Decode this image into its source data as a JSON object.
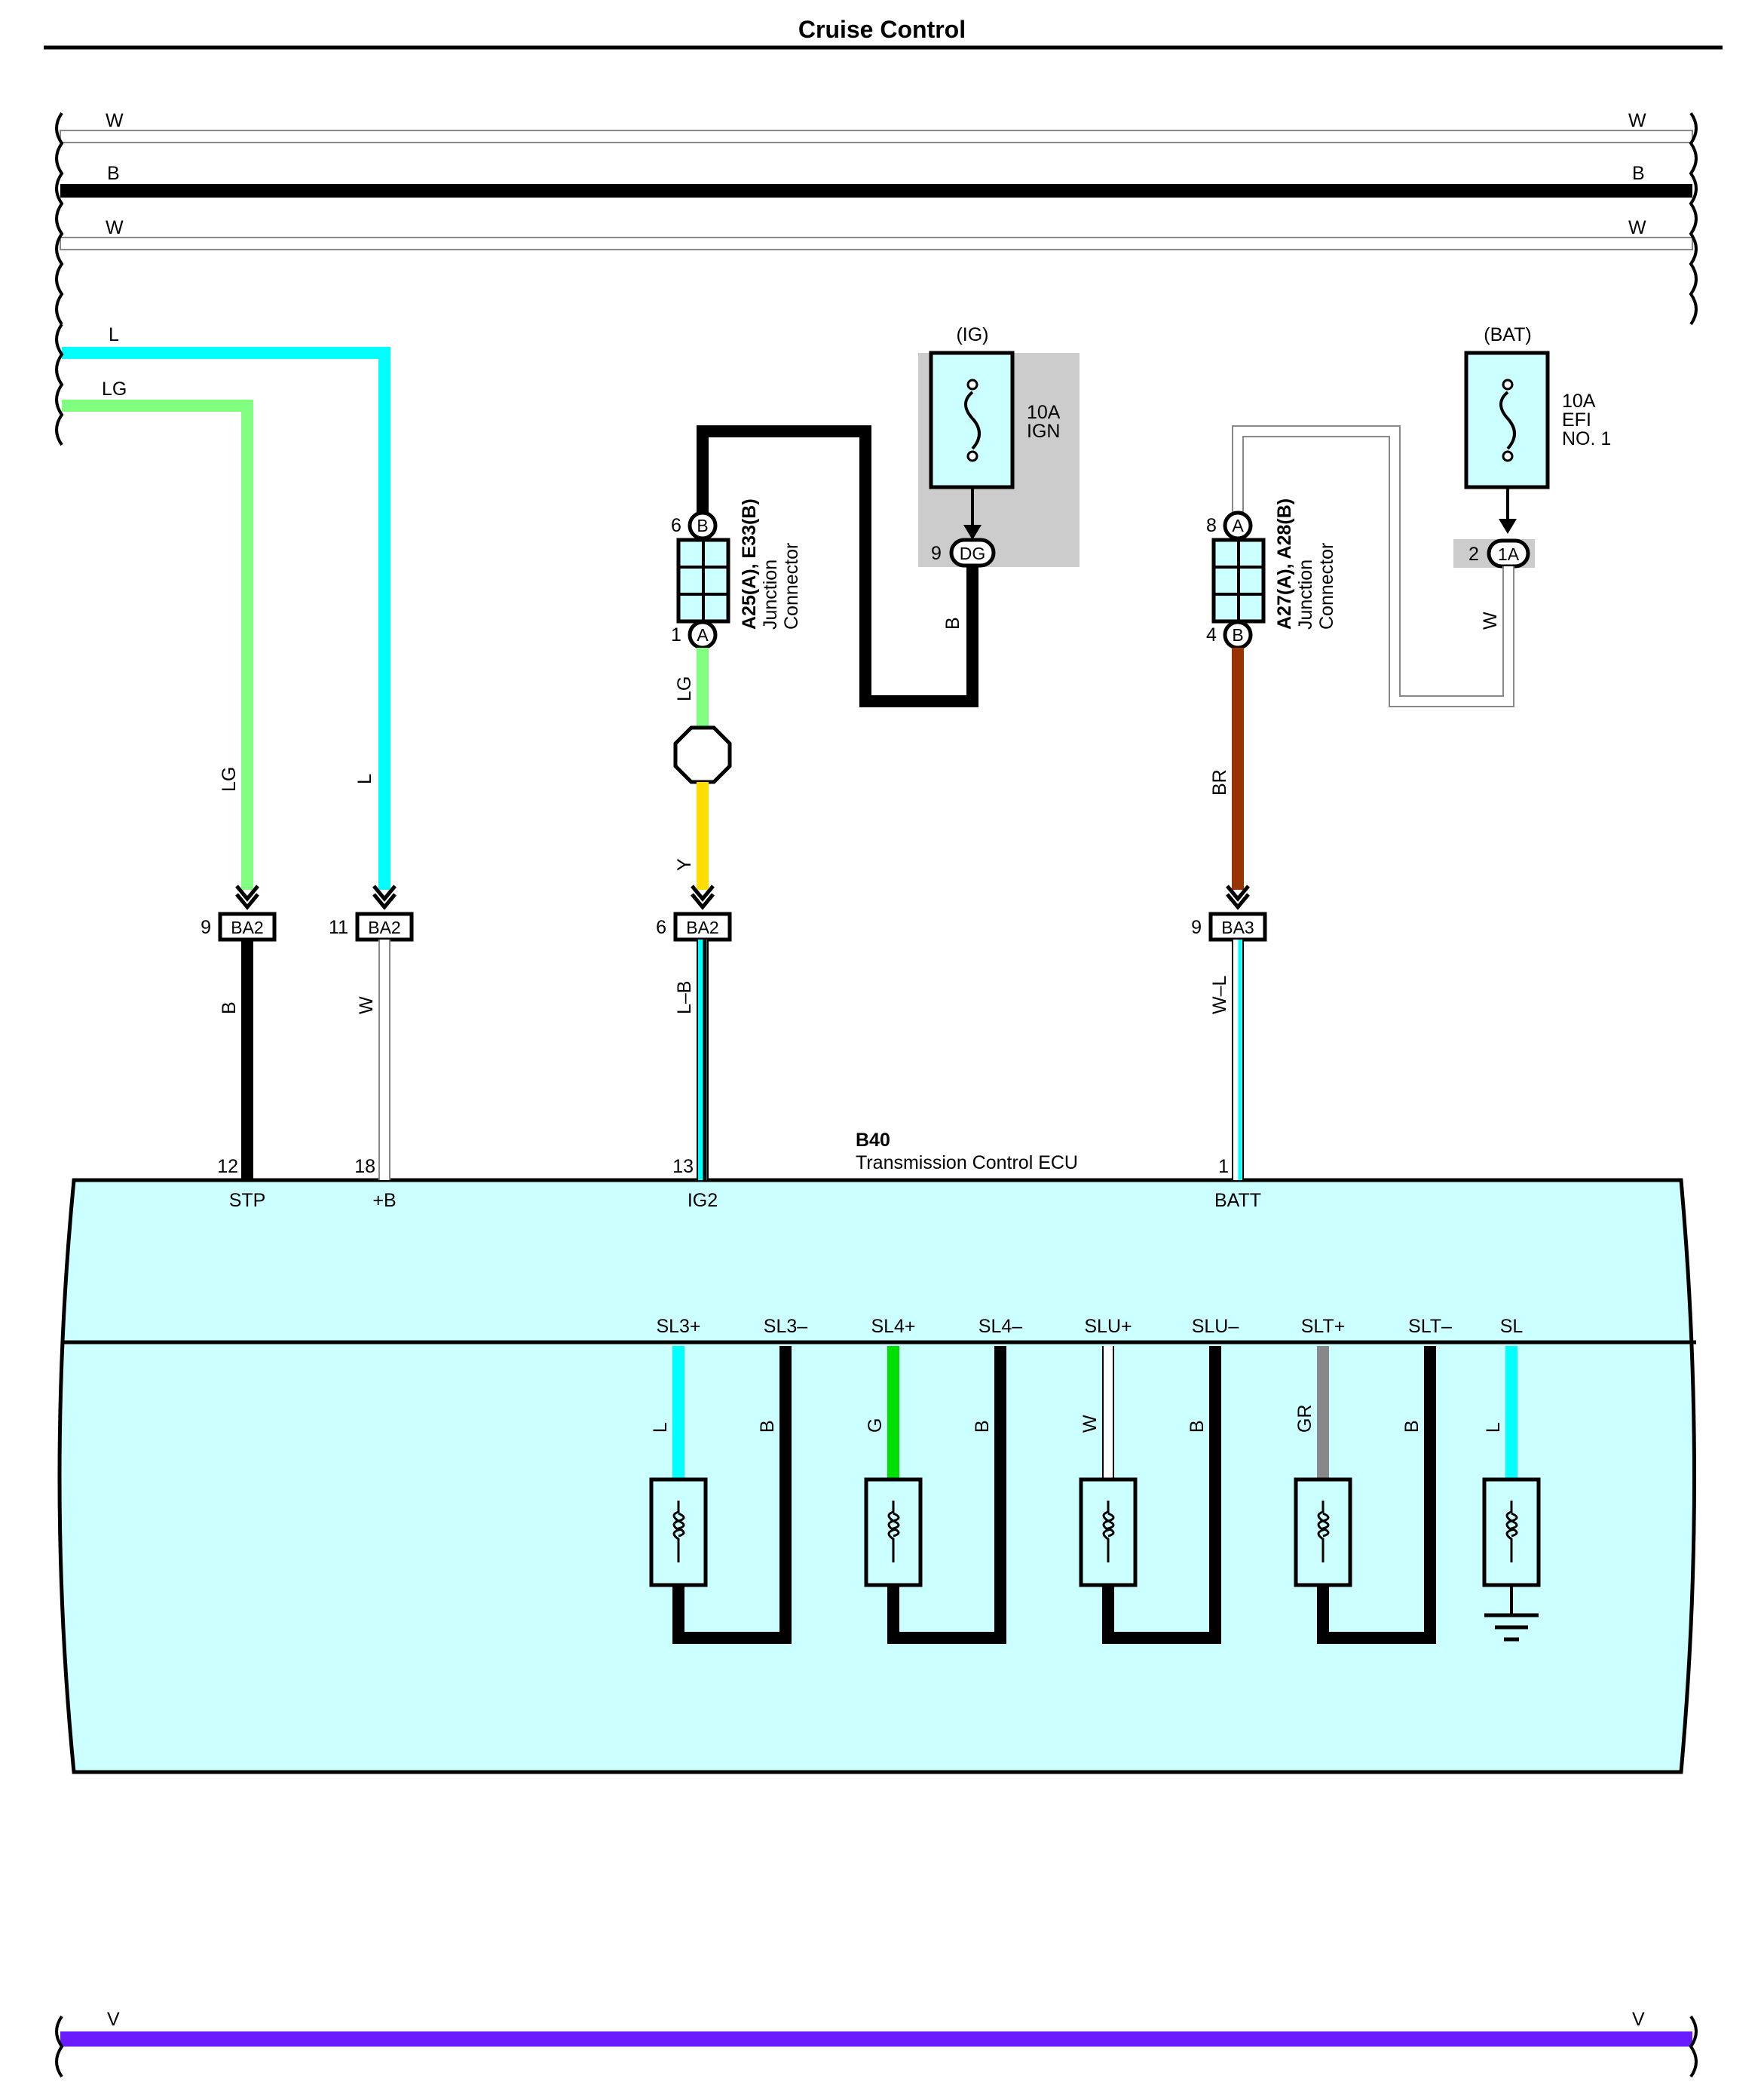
{
  "title": "Cruise Control",
  "colors": {
    "L": "#00ffff",
    "LG": "#80ff80",
    "Y": "#ffdd00",
    "BR": "#993300",
    "G": "#00e000",
    "GR": "#888888",
    "V": "#6a1cff",
    "B": "#000000",
    "W": "#ffffff",
    "ecu_fill": "#ccffff",
    "fuse_fill": "#ccffff",
    "shade": "#cccccc"
  },
  "buses": {
    "w1": "W",
    "b": "B",
    "w2": "W",
    "v": "V"
  },
  "left_wires": {
    "l": "L",
    "lg": "LG"
  },
  "fuse_ign": {
    "source": "(IG)",
    "rating": "10A",
    "name": "IGN",
    "pin": "9",
    "connector": "DG",
    "wire": "B"
  },
  "fuse_efi": {
    "source": "(BAT)",
    "rating": "10A",
    "name1": "EFI",
    "name2": "NO. 1",
    "pin": "2",
    "connector": "1A",
    "wire": "W"
  },
  "junction1": {
    "name": "A25(A), E33(B)",
    "line1": "Junction",
    "line2": "Connector",
    "top_pin": "6",
    "top_conn": "B",
    "bottom_pin": "1",
    "bottom_conn": "A",
    "wire_below": "LG",
    "wire_after_stop": "Y"
  },
  "junction2": {
    "name": "A27(A), A28(B)",
    "line1": "Junction",
    "line2": "Connector",
    "top_pin": "8",
    "top_conn": "A",
    "bottom_pin": "4",
    "bottom_conn": "B",
    "wire_below": "BR"
  },
  "connectors": [
    {
      "pin": "9",
      "name": "BA2",
      "wire_in": "LG",
      "wire_out": "B",
      "ecu_pin": "12",
      "terminal": "STP"
    },
    {
      "pin": "11",
      "name": "BA2",
      "wire_in": "L",
      "wire_out": "W",
      "ecu_pin": "18",
      "terminal": "+B"
    },
    {
      "pin": "6",
      "name": "BA2",
      "wire_in": "Y",
      "wire_out": "L–B",
      "ecu_pin": "13",
      "terminal": "IG2"
    },
    {
      "pin": "9",
      "name": "BA3",
      "wire_in": "BR",
      "wire_out": "W–L",
      "ecu_pin": "1",
      "terminal": "BATT"
    }
  ],
  "ecu": {
    "code": "B40",
    "name": "Transmission Control ECU"
  },
  "solenoids": [
    {
      "plus": "SL3+",
      "minus": "SL3–",
      "wire_plus": "L",
      "wire_minus": "B"
    },
    {
      "plus": "SL4+",
      "minus": "SL4–",
      "wire_plus": "G",
      "wire_minus": "B"
    },
    {
      "plus": "SLU+",
      "minus": "SLU–",
      "wire_plus": "W",
      "wire_minus": "B"
    },
    {
      "plus": "SLT+",
      "minus": "SLT–",
      "wire_plus": "GR",
      "wire_minus": "B"
    },
    {
      "plus": "SL",
      "minus": "",
      "wire_plus": "L",
      "wire_minus": ""
    }
  ]
}
